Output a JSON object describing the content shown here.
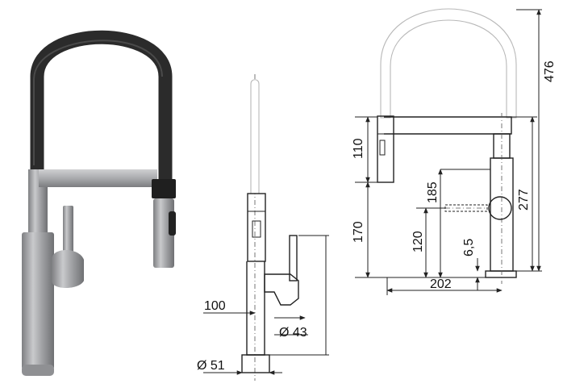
{
  "dimensions": {
    "side_view": {
      "spout_reach": "100",
      "handle_diameter": "Ø 43",
      "base_diameter": "Ø 51"
    },
    "front_view": {
      "total_height": "476",
      "spray_head_height": "110",
      "handle_height": "277",
      "spout_clearance": "185",
      "lower_body": "170",
      "handle_axis": "120",
      "base_plate": "6,5",
      "reach": "202"
    }
  },
  "colors": {
    "hose": "#2b2b2b",
    "steel": "#a9aaac",
    "drawing": "#222222",
    "ghost_outline": "#b8b8b8"
  }
}
